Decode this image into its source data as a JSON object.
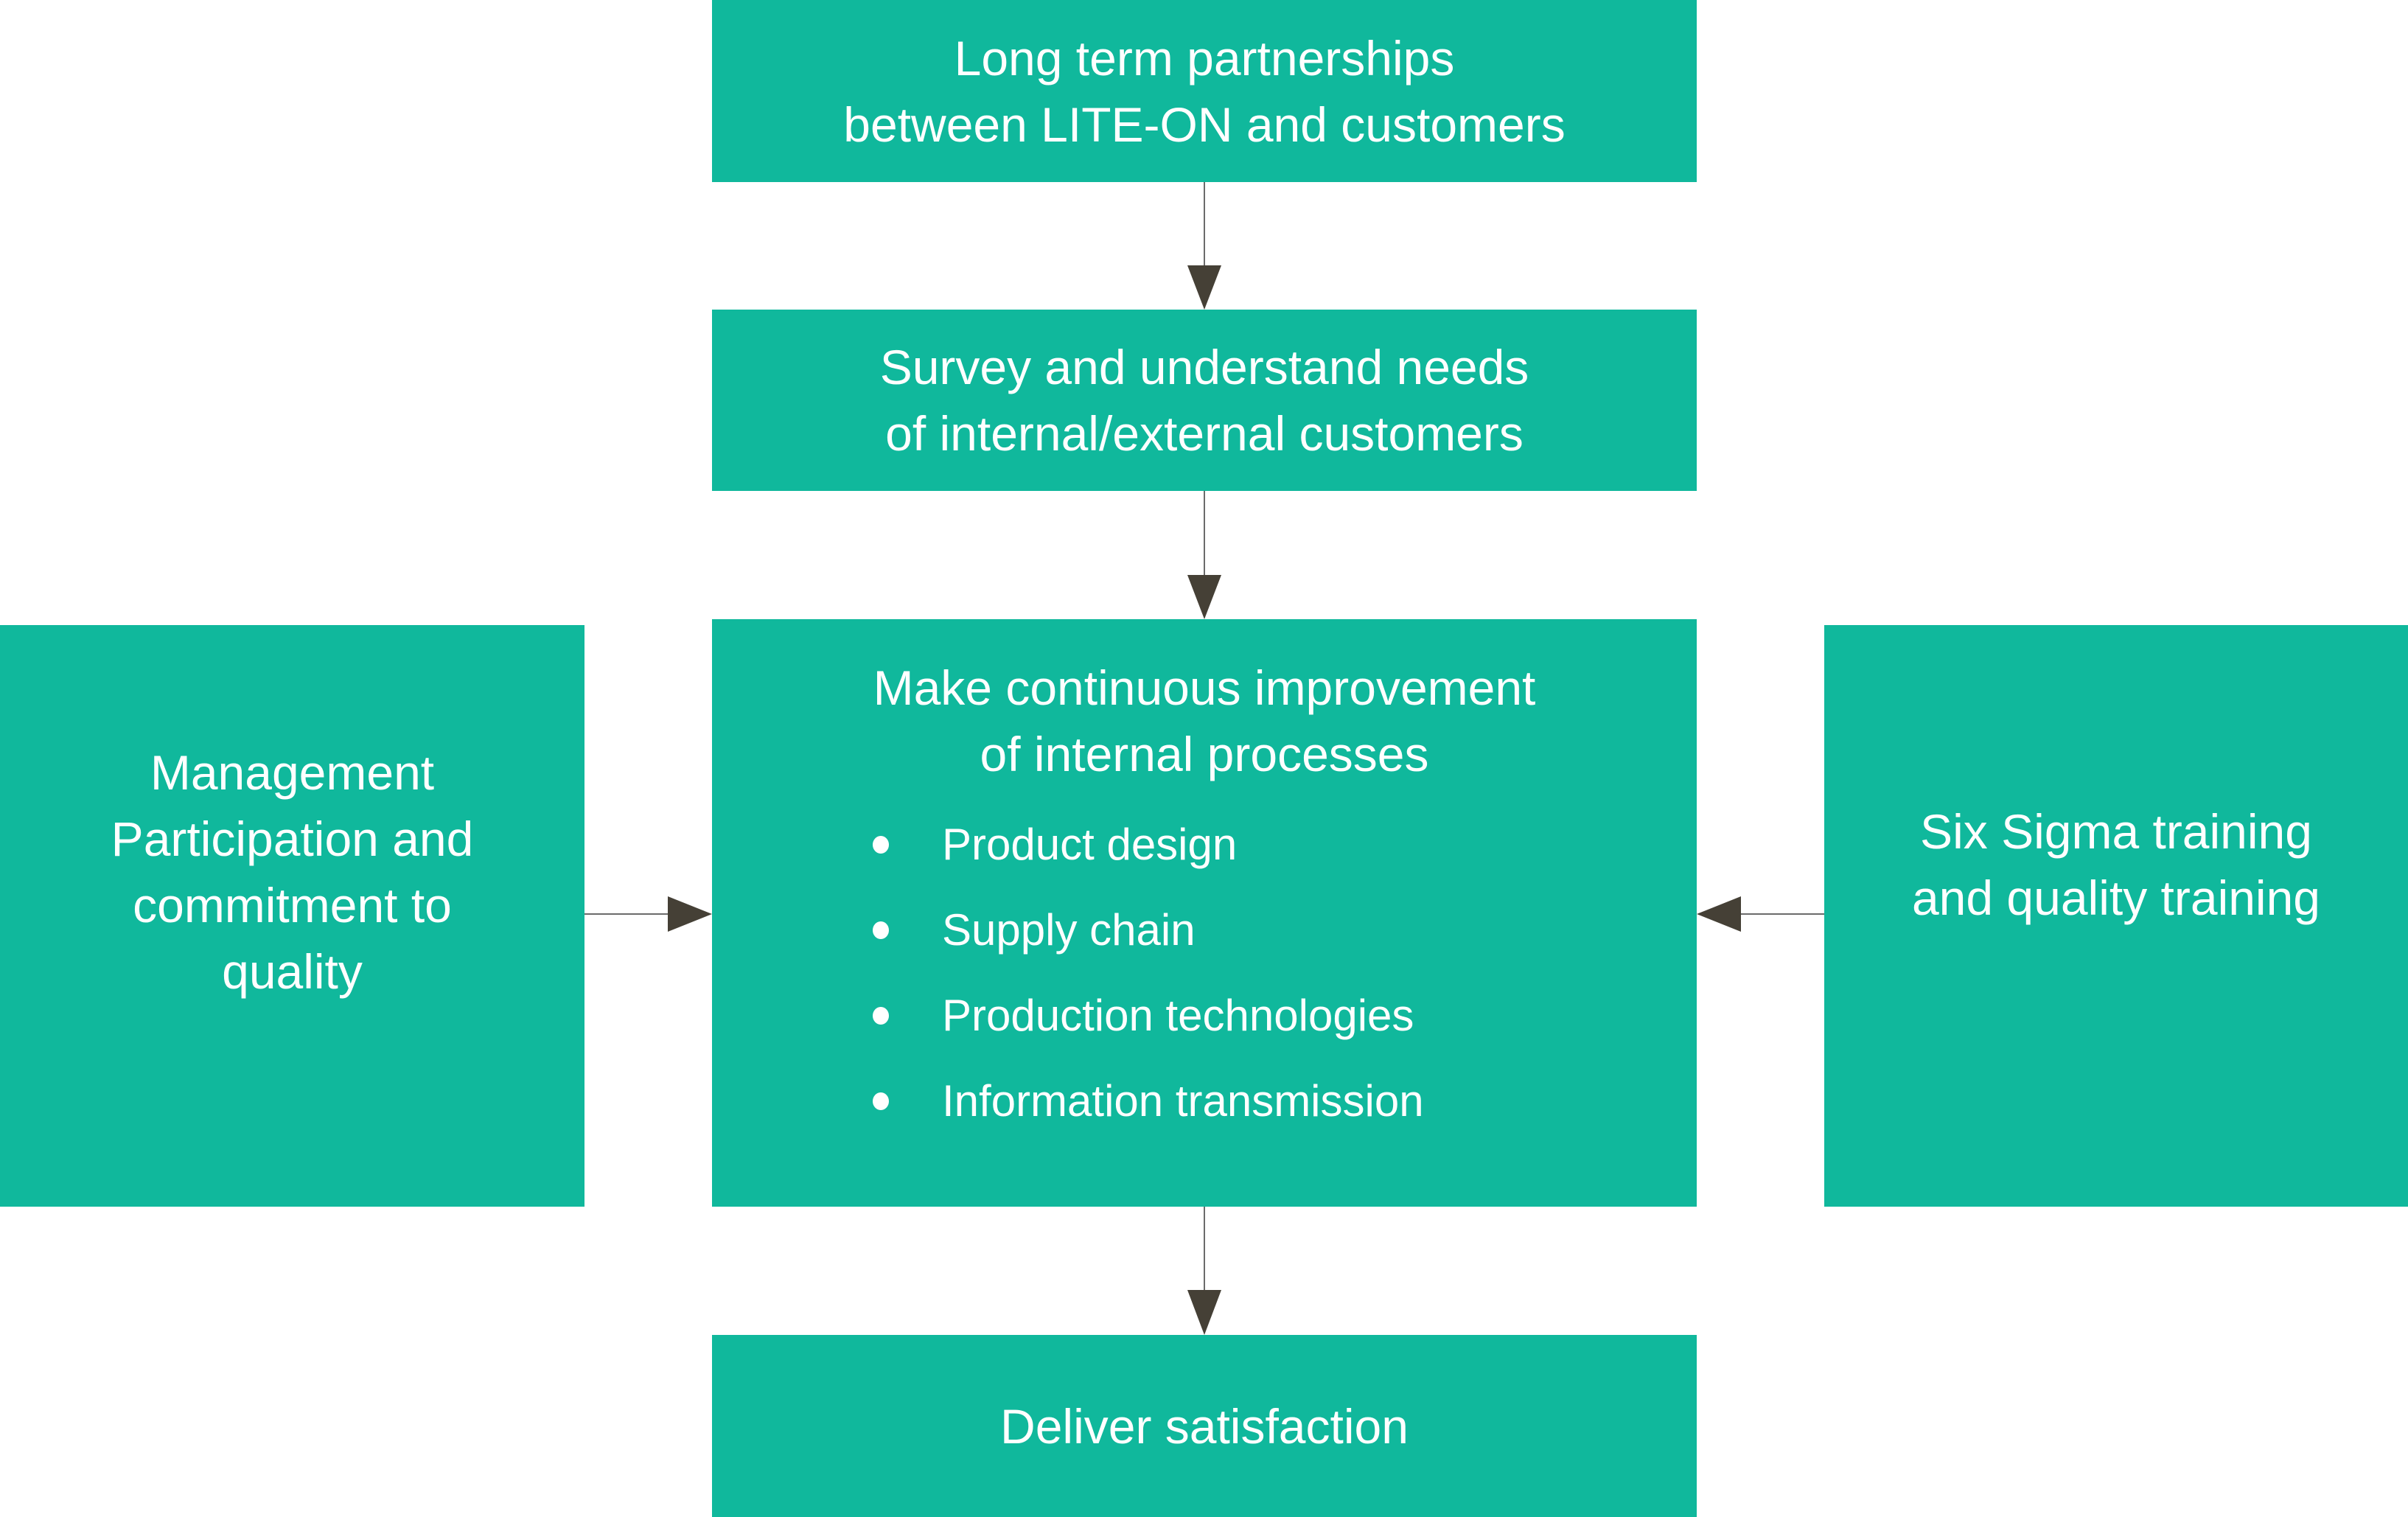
{
  "colors": {
    "box_fill": "#10B89C",
    "box_text": "#FFFFFF",
    "arrow": "#454036",
    "line": "#6b6b6b"
  },
  "nodes": {
    "top": {
      "lines": [
        "Long term partnerships",
        "between LITE-ON and customers"
      ]
    },
    "survey": {
      "lines": [
        "Survey and understand needs",
        "of internal/external customers"
      ]
    },
    "center": {
      "lines": [
        "Make continuous improvement",
        "of internal processes"
      ],
      "bullets": [
        "Product design",
        "Supply chain",
        "Production technologies",
        "Information transmission"
      ]
    },
    "left": {
      "lines": [
        "Management",
        "Participation and",
        "commitment to",
        "quality"
      ]
    },
    "right": {
      "lines": [
        "Six Sigma training",
        "and quality training"
      ]
    },
    "bottom": {
      "lines": [
        "Deliver satisfaction"
      ]
    }
  },
  "edges": [
    {
      "from": "top",
      "to": "survey"
    },
    {
      "from": "survey",
      "to": "center"
    },
    {
      "from": "left",
      "to": "center"
    },
    {
      "from": "right",
      "to": "center"
    },
    {
      "from": "center",
      "to": "bottom"
    }
  ]
}
